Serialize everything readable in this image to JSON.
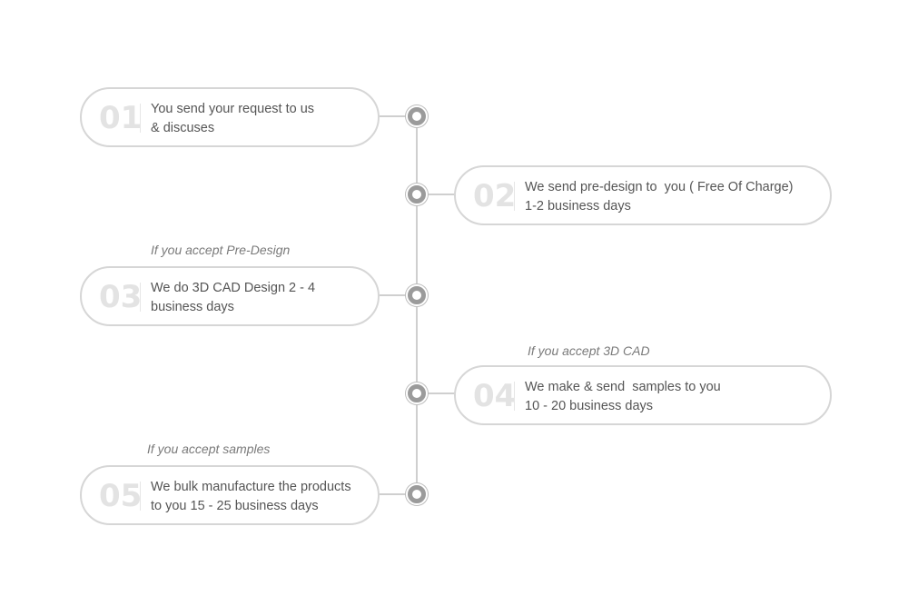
{
  "steps": [
    {
      "number": "01",
      "line1": "You send your request to us",
      "line2": "& discuses",
      "note": ""
    },
    {
      "number": "02",
      "line1": "We send pre-design to  you ( Free Of Charge)",
      "line2": "1-2 business days",
      "note": ""
    },
    {
      "number": "03",
      "line1": "We do 3D CAD Design 2 - 4",
      "line2": "business days",
      "note": "If you accept Pre-Design"
    },
    {
      "number": "04",
      "line1": "We make & send  samples to you",
      "line2": "10 - 20 business days",
      "note": "If you accept 3D CAD"
    },
    {
      "number": "05",
      "line1": "We bulk manufacture the products",
      "line2": "to you 15 - 25 business days",
      "note": "If you accept samples"
    }
  ],
  "colors": {
    "border": "#d6d6d6",
    "node": "#9b9b9b",
    "number": "#e3e3e3",
    "text": "#555555",
    "note": "#7a7a7a"
  }
}
